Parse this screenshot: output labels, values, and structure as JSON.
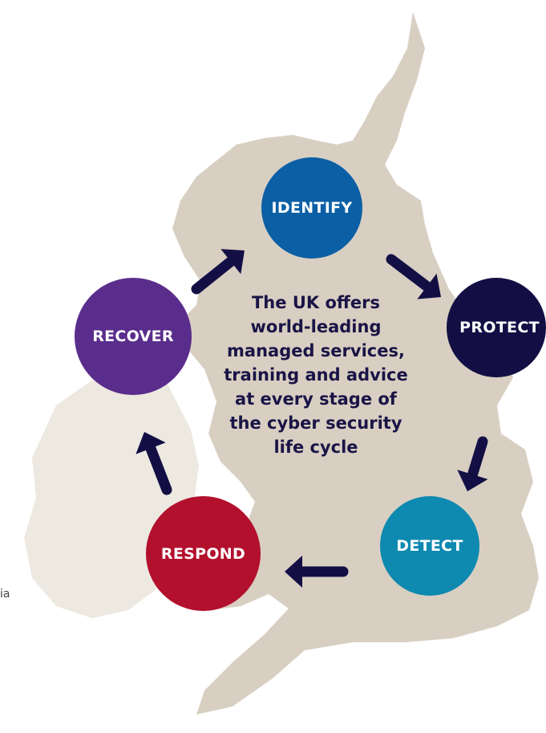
{
  "cycle": {
    "stages": [
      {
        "label": "IDENTIFY",
        "color": "#0b5fa5"
      },
      {
        "label": "PROTECT",
        "color": "#130f45"
      },
      {
        "label": "DETECT",
        "color": "#0e89b0"
      },
      {
        "label": "RESPOND",
        "color": "#b3102e"
      },
      {
        "label": "RECOVER",
        "color": "#5a2d8c"
      }
    ],
    "arrow_color": "#130f45"
  },
  "center_text": {
    "lines": [
      "The UK offers",
      "world-leading",
      "managed services,",
      "training and advice",
      "at every stage of",
      "the cyber security",
      "life cycle"
    ]
  },
  "edge_text": "ia",
  "map": {
    "uk_color": "#d8cfc2",
    "ireland_color": "#ede9e1"
  }
}
